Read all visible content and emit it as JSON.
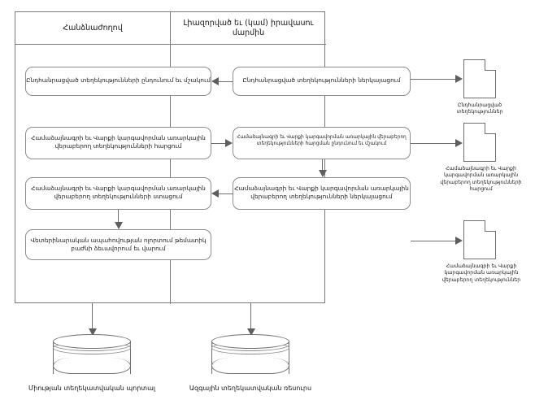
{
  "diagram": {
    "lanes": [
      {
        "id": "commission",
        "title": "Հանձնաժողով"
      },
      {
        "id": "authorized-body",
        "title": "Լիազորված եւ (կամ) իրավասու մարմին"
      }
    ],
    "left_steps": [
      {
        "id": "receive-process-generalized",
        "text": "Ընդհանրացված տեղեկությունների ընդունում եւ մշակում"
      },
      {
        "id": "request-agreement-info",
        "text": "Համաձայնագրի եւ Վարքի կարգավորման առարկային վերաբերող տեղեկությունների հարցում"
      },
      {
        "id": "receive-agreement-info",
        "text": "Համաձայնագրի եւ Վարքի կարգավորման առարկային վերաբերող տեղեկությունների ստացում"
      },
      {
        "id": "form-thematic-section",
        "text": "Վետերինարական ապահովության ոլորտում թեմատիկ բաժնի ձեւավորում եւ վարում"
      }
    ],
    "right_steps": [
      {
        "id": "submit-generalized-info",
        "text": "Ընդհանրացված տեղեկությունների ներկայացում"
      },
      {
        "id": "receive-process-request",
        "text": "Համաձայնագրի եւ Վարքի կարգավորման առարկային վերաբերող տեղեկությունների հարցման ընդունում եւ մշակում"
      },
      {
        "id": "submit-agreement-info",
        "text": "Համաձայնագրի եւ Վարքի կարգավորման առարկային վերաբերող տեղեկությունների ներկայացում"
      }
    ],
    "documents": [
      {
        "id": "generalized-information",
        "label": "Ընդհանրացված տեղեկություններ"
      },
      {
        "id": "information-request",
        "label": "Համաձայնագրի եւ Վարքի կարգավորման առարկային վերաբերող տեղեկությունների հարցում"
      },
      {
        "id": "information-provided",
        "label": "Համաձայնագրի եւ Վարքի կարգավորման առարկային վերաբերող տեղեկություններ"
      }
    ],
    "datastores": [
      {
        "id": "union-information-portal",
        "label": "Միության տեղեկատվական պորտալ"
      },
      {
        "id": "national-information-resource",
        "label": "Ազգային տեղեկատվական ռեսուրս"
      }
    ],
    "colors": {
      "line": "#6e6e6e",
      "border": "#8d8d8d",
      "arrow": "#5e5e5e",
      "background": "#ffffff",
      "text": "#1a1a1a"
    }
  }
}
